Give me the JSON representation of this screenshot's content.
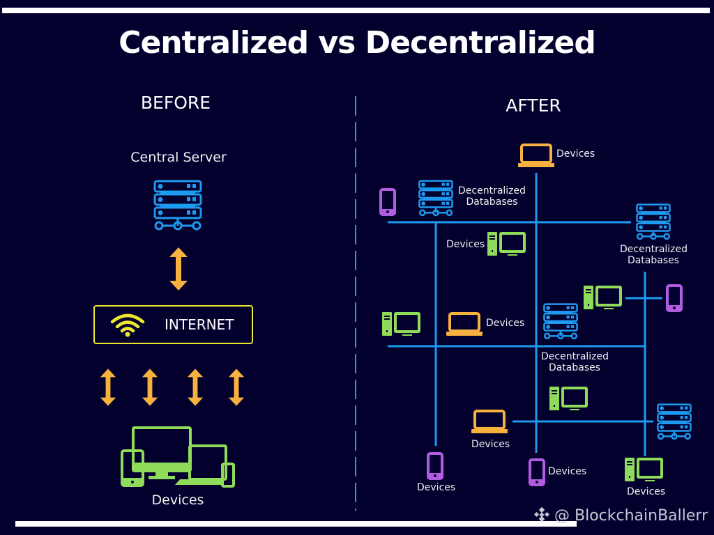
{
  "title": "Centralized vs Decentralized",
  "before": {
    "heading": "BEFORE",
    "server_label": "Central Server",
    "internet_label": "INTERNET",
    "devices_label": "Devices",
    "icons": [
      "server-icon",
      "double-arrow-icon",
      "wifi-icon",
      "devices-icon"
    ]
  },
  "after": {
    "heading": "AFTER",
    "nodes": [
      {
        "type": "laptop",
        "label": "Devices"
      },
      {
        "type": "phone",
        "label": ""
      },
      {
        "type": "database",
        "label_line1": "Decentralized",
        "label_line2": "Databases"
      },
      {
        "type": "desktop",
        "label": "Devices"
      },
      {
        "type": "database",
        "label_line1": "Decentralized",
        "label_line2": "Databases"
      },
      {
        "type": "desktop",
        "label": ""
      },
      {
        "type": "phone",
        "label": ""
      },
      {
        "type": "desktop",
        "label": ""
      },
      {
        "type": "laptop",
        "label": "Devices"
      },
      {
        "type": "database",
        "label_line1": "Decentralized",
        "label_line2": "Databases"
      },
      {
        "type": "desktop",
        "label": ""
      },
      {
        "type": "laptop",
        "label": "Devices"
      },
      {
        "type": "database",
        "label": ""
      },
      {
        "type": "phone",
        "label": "Devices"
      },
      {
        "type": "phone",
        "label": "Devices"
      },
      {
        "type": "desktop",
        "label": "Devices"
      }
    ]
  },
  "watermark": "@ BlockchainBallerr",
  "colors": {
    "background": "#03002e",
    "server_blue": "#1e9bf0",
    "arrow_orange": "#f7b13f",
    "wifi_yellow": "#f0e82e",
    "device_green": "#8fdc5a",
    "phone_purple": "#b35ce0",
    "laptop_orange": "#f7b13f"
  }
}
